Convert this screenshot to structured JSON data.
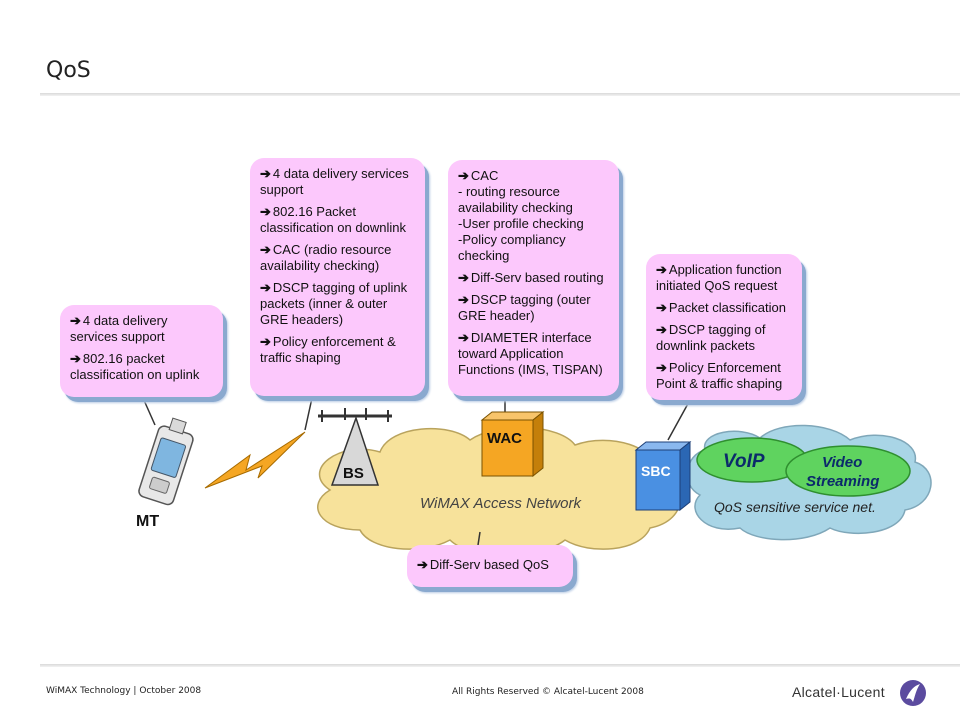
{
  "slide": {
    "title": "QoS"
  },
  "boxes": {
    "mt": [
      "4 data delivery services support",
      "802.16 packet classification on uplink"
    ],
    "bs": [
      "4 data delivery services support",
      "802.16 Packet classification on downlink",
      "CAC (radio resource availability checking)",
      "DSCP tagging of uplink packets (inner & outer GRE headers)",
      "Policy enforcement & traffic shaping"
    ],
    "wac": {
      "cac_title": "CAC",
      "cac_lines": [
        "- routing resource availability checking",
        "-User profile checking",
        "-Policy compliancy checking"
      ],
      "items": [
        "Diff-Serv based routing",
        "DSCP tagging (outer GRE header)",
        "DIAMETER interface toward Application Functions (IMS, TISPAN)"
      ]
    },
    "sbc": [
      "Application function initiated QoS request",
      "Packet classification",
      "DSCP tagging of downlink packets",
      "Policy Enforcement Point & traffic shaping"
    ],
    "network": "Diff-Serv based QoS"
  },
  "diagram": {
    "mt_label": "MT",
    "bs_label": "BS",
    "wac_label": "WAC",
    "sbc_label": "SBC",
    "access_network": "WiMAX Access Network",
    "voip": "VoIP",
    "video_line1": "Video",
    "video_line2": "Streaming",
    "qos_net": "QoS sensitive service net."
  },
  "colors": {
    "box_fill": "#fcc8fc",
    "cloud_yellow": "#f7e29b",
    "cloud_blue": "#a9d5e6",
    "ellipse_green": "#5fd35f",
    "wac_orange": "#f5a623",
    "sbc_blue": "#4a90e2",
    "lightning": "#f5a623"
  },
  "footer": {
    "left": "WiMAX Technology | October 2008",
    "center": "All Rights Reserved © Alcatel-Lucent 2008",
    "logo_text": "Alcatel·Lucent"
  }
}
